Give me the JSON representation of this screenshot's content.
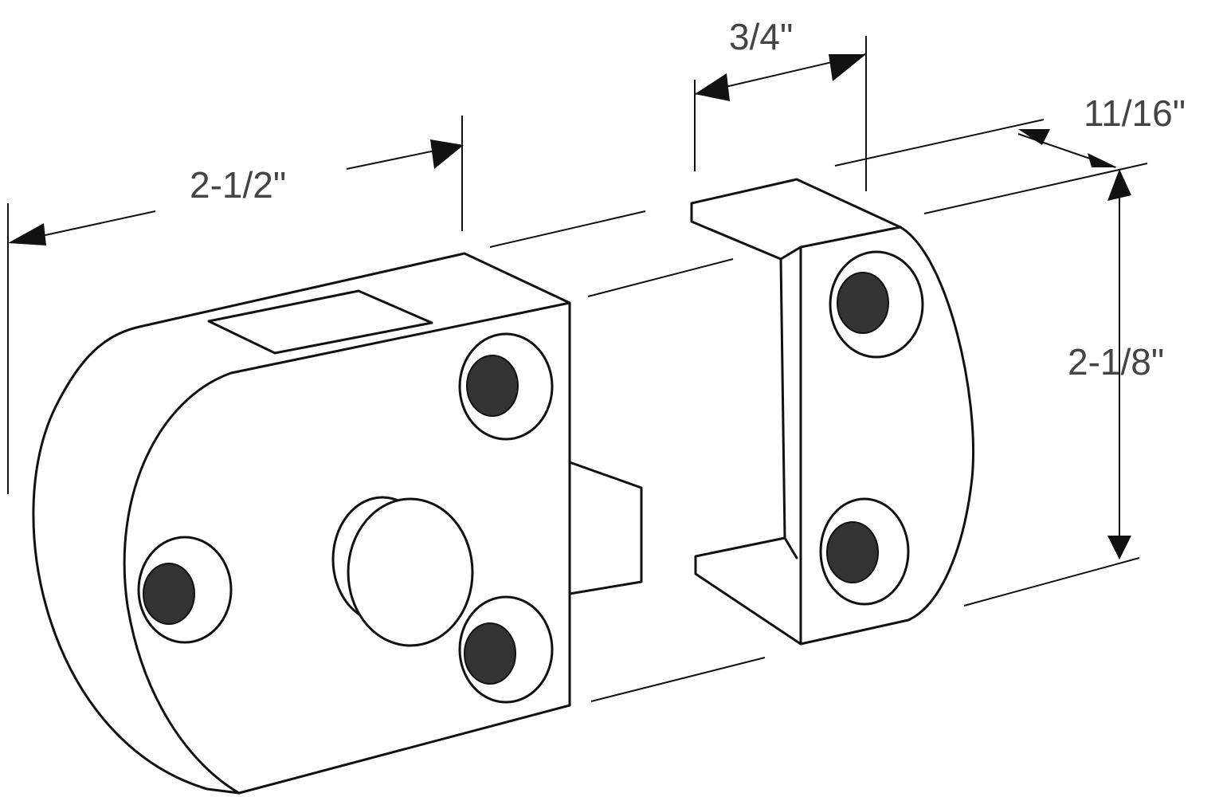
{
  "title": "Latch and strike dimension drawing",
  "dimensions": {
    "body_length": "2-1/2\"",
    "strike_width": "3/4\"",
    "strike_depth": "11/16\"",
    "height": "2-1/8\""
  },
  "colors": {
    "line": "#111111",
    "screw": "#333333",
    "text": "#444444"
  }
}
